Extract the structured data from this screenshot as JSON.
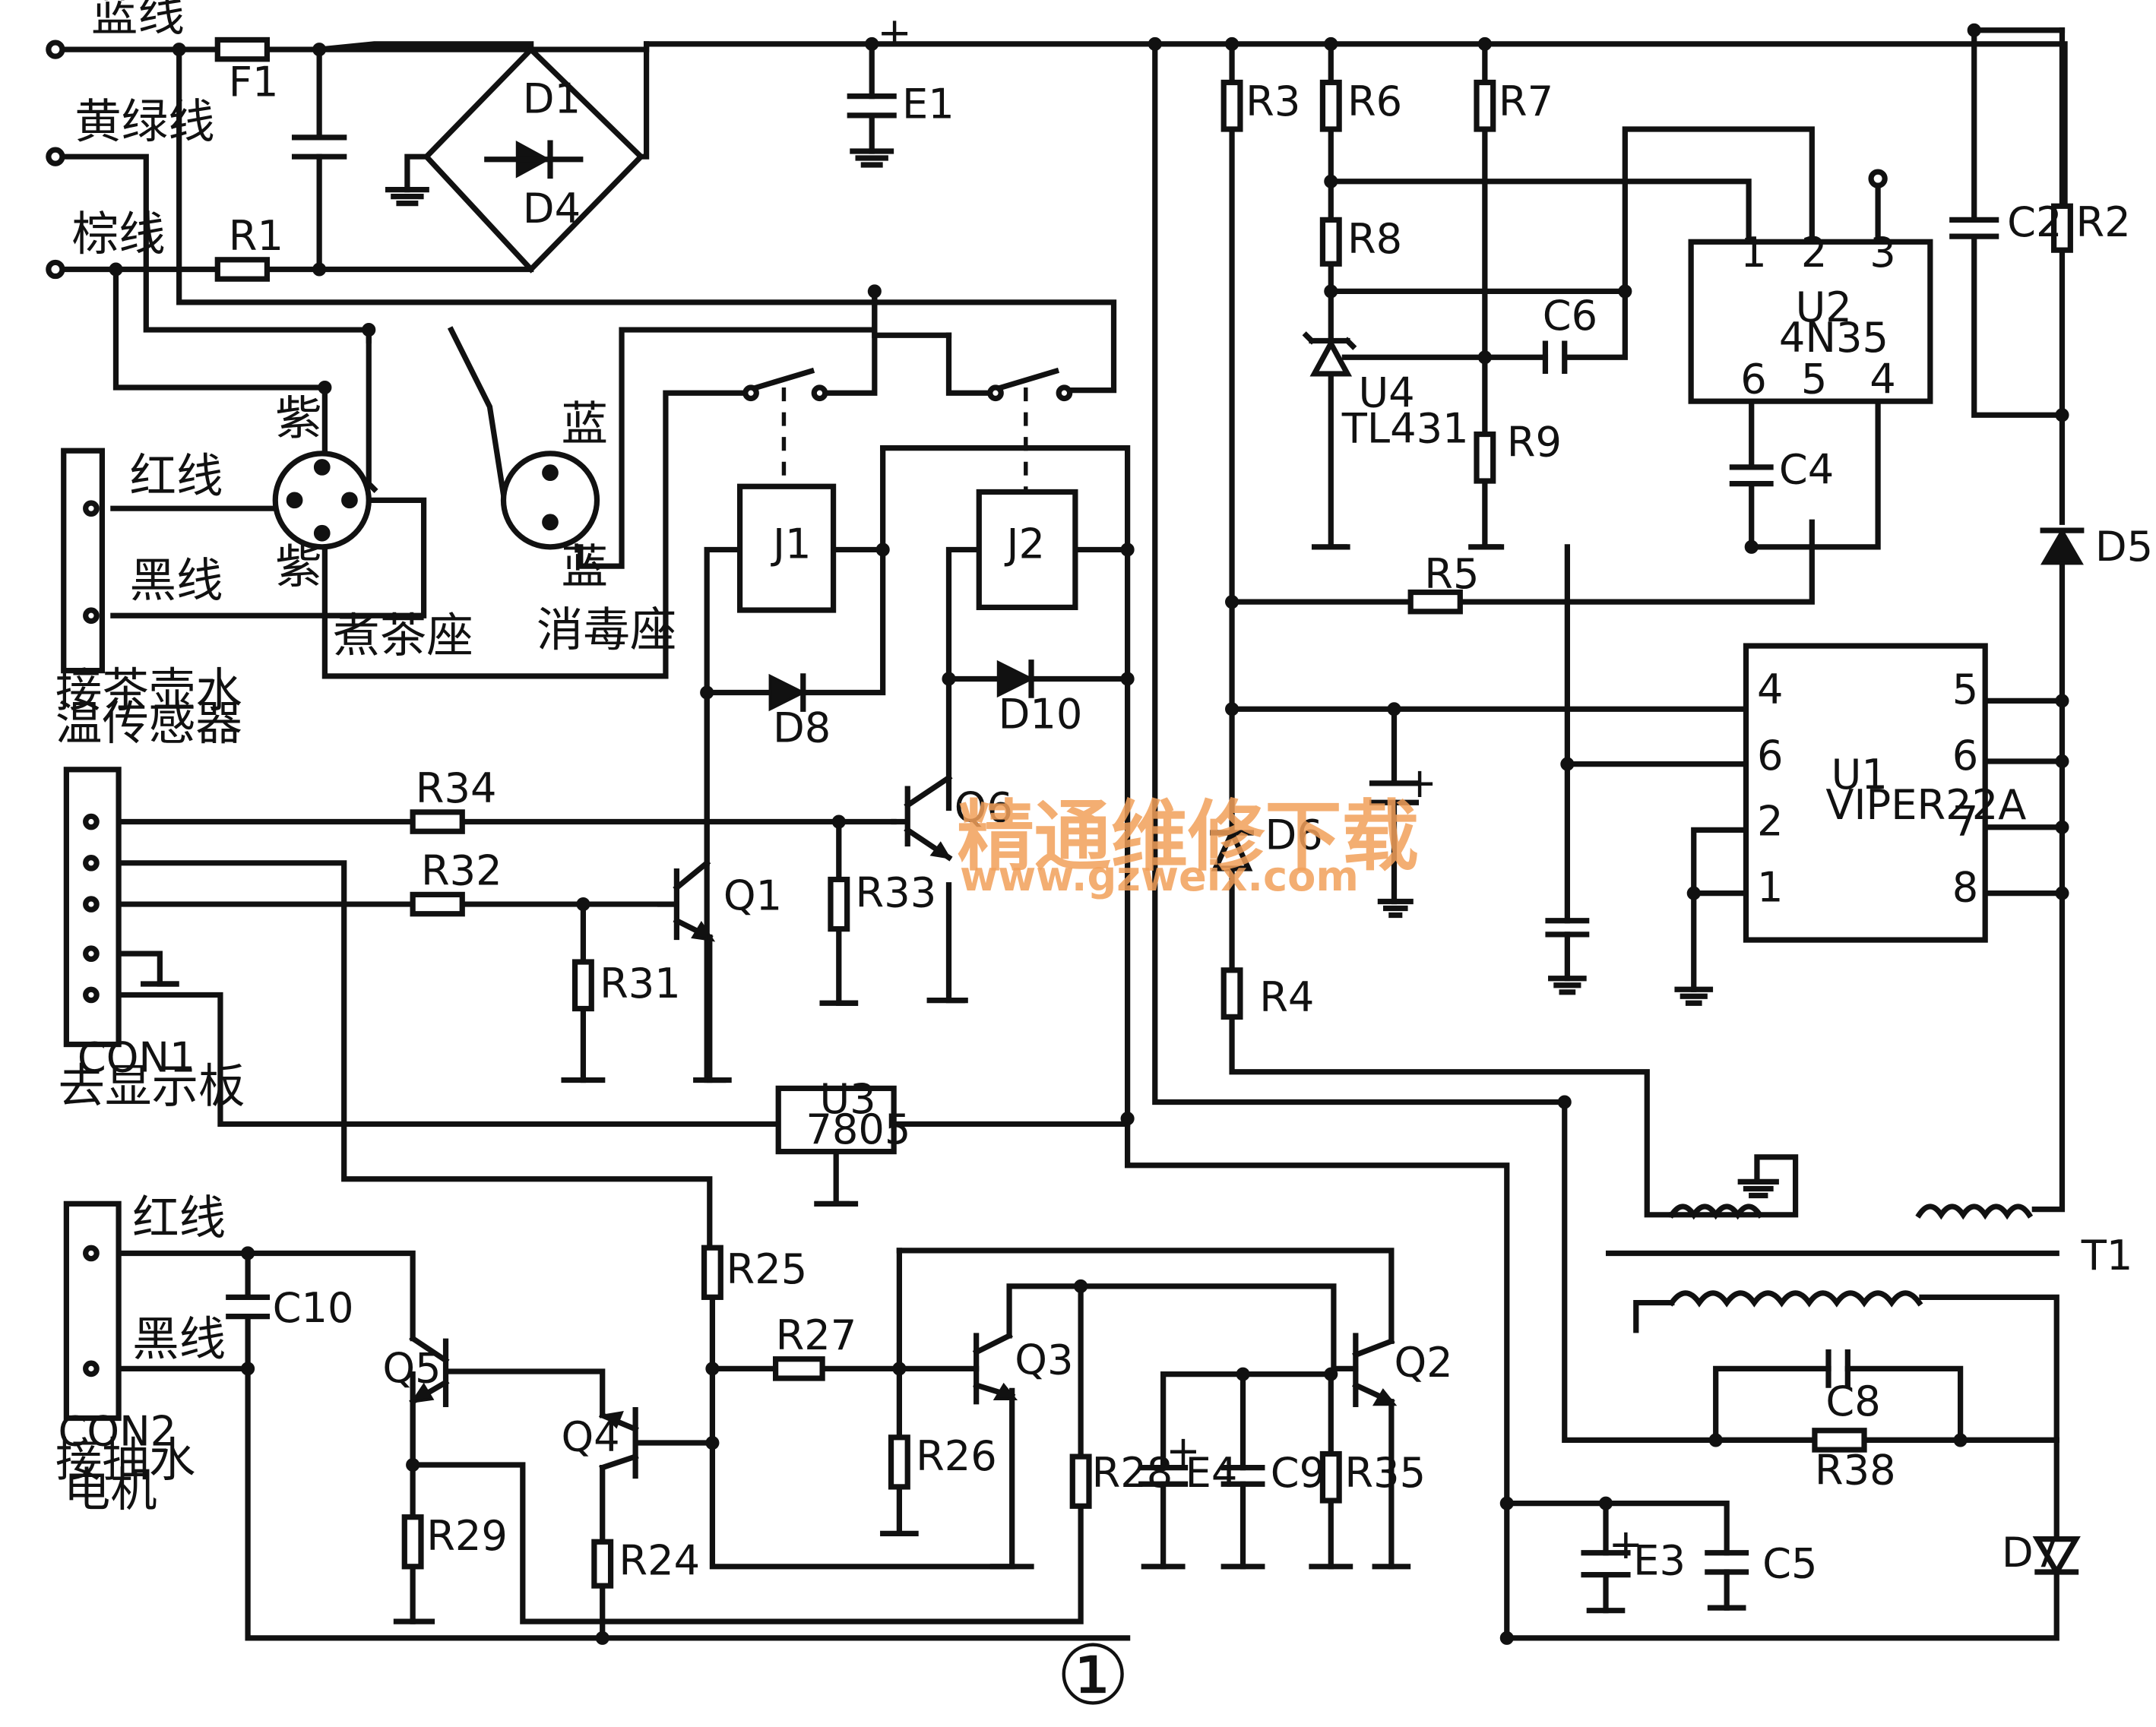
{
  "labels": {
    "blue_wire": "蓝线",
    "yg_wire": "黄绿线",
    "brown_wire": "棕线",
    "F1": "F1",
    "R1": "R1",
    "D1": "D1",
    "D4": "D4",
    "E1": "E1",
    "R3": "R3",
    "R6": "R6",
    "R7": "R7",
    "R8": "R8",
    "R9": "R9",
    "C6": "C6",
    "U4": "U4",
    "TL431": "TL431",
    "U2": "U2",
    "4N35": "4N35",
    "C2": "C2",
    "R2": "R2",
    "C4": "C4",
    "D5": "D5",
    "R5": "R5",
    "U1": "U1",
    "VIPER22A": "VIPER22A",
    "D6": "D6",
    "R4": "R4",
    "T1": "T1",
    "C8": "C8",
    "R38": "R38",
    "D7": "D7",
    "E3": "E3",
    "C5": "C5",
    "purple": "紫",
    "blue": "蓝",
    "red_wire": "红线",
    "black_wire": "黑线",
    "tea_seat": "煮茶座",
    "disinfect_seat": "消毒座",
    "sensor_label": [
      "接茶壶水",
      "温传感器"
    ],
    "J1": "J1",
    "J2": "J2",
    "D8": "D8",
    "D10": "D10",
    "R34": "R34",
    "Q6": "Q6",
    "R32": "R32",
    "Q1": "Q1",
    "R33": "R33",
    "R31": "R31",
    "CON1": "CON1",
    "to_display": "去显示板",
    "U3": "U3",
    "7805": "7805",
    "R25": "R25",
    "R27": "R27",
    "Q3": "Q3",
    "Q2": "Q2",
    "Q5": "Q5",
    "Q4": "Q4",
    "C10": "C10",
    "R26": "R26",
    "R28": "R28",
    "E4": "E4",
    "C9": "C9",
    "R35": "R35",
    "R29": "R29",
    "R24": "R24",
    "CON2": "CON2",
    "pump_label": [
      "接抽水",
      "电机"
    ],
    "plus": "+",
    "figure_no": "①"
  },
  "u1_pins": [
    "4",
    "6",
    "2",
    "1",
    "5",
    "6",
    "7",
    "8"
  ],
  "u2_pins": [
    "1",
    "2",
    "3",
    "6",
    "5",
    "4"
  ],
  "watermark": {
    "cn": "精通维修下载",
    "url": "www.gzweix.com"
  }
}
